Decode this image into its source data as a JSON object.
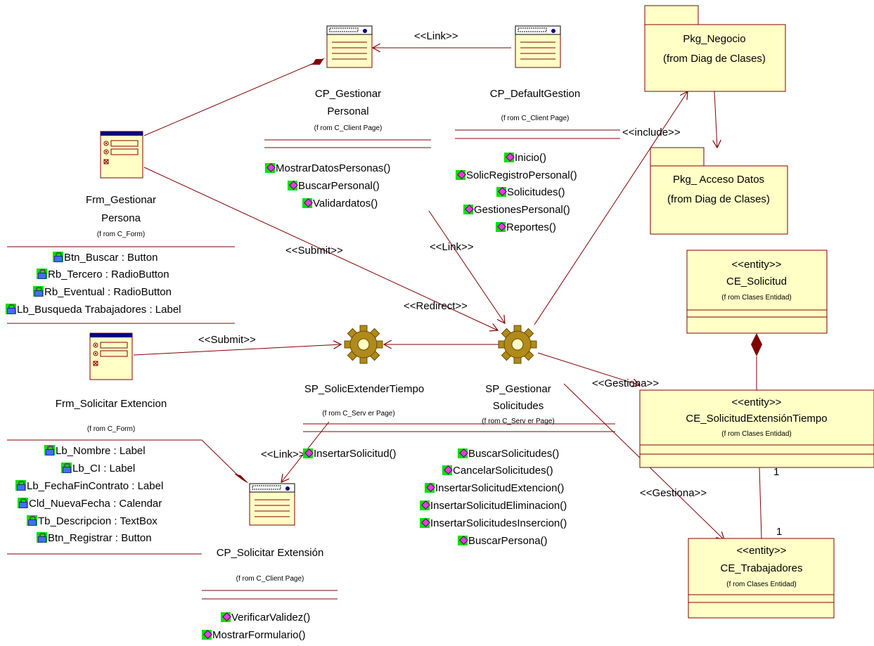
{
  "colors": {
    "line": "#800000",
    "fill": "#ffffc6",
    "icon_bg": "#00e000"
  },
  "nodes": {
    "cp_gestionar": {
      "name1": "CP_Gestionar",
      "name2": "Personal",
      "from": "(f rom C_Client Page)",
      "ops": [
        "MostrarDatosPersonas()",
        "BuscarPersonal()",
        "Validardatos()"
      ]
    },
    "cp_default": {
      "name": "CP_DefaultGestion",
      "from": "(f rom C_Client Page)",
      "ops": [
        "Inicio()",
        "SolicRegistroPersonal()",
        "Solicitudes()",
        "GestionesPersonal()",
        "Reportes()"
      ]
    },
    "pkg_negocio": {
      "name": "Pkg_Negocio",
      "from": "(from Diag de Clases)"
    },
    "pkg_acceso": {
      "name": "Pkg_ Acceso Datos",
      "from": "(from Diag de Clases)"
    },
    "frm_gestionar": {
      "name1": "Frm_Gestionar",
      "name2": "Persona",
      "from": "(f rom C_Form)",
      "attrs": [
        "Btn_Buscar : Button",
        "Rb_Tercero : RadioButton",
        "Rb_Eventual : RadioButton",
        "Lb_Busqueda Trabajadores : Label"
      ]
    },
    "ce_solicitud": {
      "stereo": "<<entity>>",
      "name": "CE_Solicitud",
      "from": "(f rom Clases Entidad)"
    },
    "frm_solicitar": {
      "name": "Frm_Solicitar Extencion",
      "from": "(f rom C_Form)",
      "attrs": [
        "Lb_Nombre : Label",
        "Lb_CI : Label",
        "Lb_FechaFinContrato : Label",
        "Cld_NuevaFecha : Calendar",
        "Tb_Descripcion : TextBox",
        "Btn_Registrar : Button"
      ]
    },
    "sp_solic": {
      "name": "SP_SolicExtenderTiempo",
      "from": "(f rom C_Serv er Page)",
      "ops": [
        "InsertarSolicitud()"
      ]
    },
    "sp_gestionar": {
      "name1": "SP_Gestionar",
      "name2": "Solicitudes",
      "from": "(f rom C_Serv er Page)",
      "ops": [
        "BuscarSolicitudes()",
        "CancelarSolicitudes()",
        "InsertarSolicitudExtencion()",
        "InsertarSolicitudEliminacion()",
        "InsertarSolicitudesInsercion()",
        "BuscarPersona()"
      ]
    },
    "ce_ext": {
      "stereo": "<<entity>>",
      "name": "CE_SolicitudExtensiónTiempo",
      "from": "(f rom Clases Entidad)"
    },
    "ce_trab": {
      "stereo": "<<entity>>",
      "name": "CE_Trabajadores",
      "from": "(f rom Clases Entidad)"
    },
    "cp_solicitar": {
      "name": "CP_Solicitar Extensión",
      "from": "(f rom C_Client Page)",
      "ops": [
        "VerificarValidez()",
        "MostrarFormulario()"
      ]
    }
  },
  "labels": {
    "link_top": "<<Link>>",
    "include": "<<include>>",
    "submit1": "<<Submit>>",
    "link_mid": "<<Link>>",
    "redirect": "<<Redirect>>",
    "submit2": "<<Submit>>",
    "gestiona1": "<<Gestiona>>",
    "link_bottom": "<<Link>>",
    "gestiona2": "<<Gestiona>>",
    "mult1": "1",
    "mult2": "1"
  }
}
